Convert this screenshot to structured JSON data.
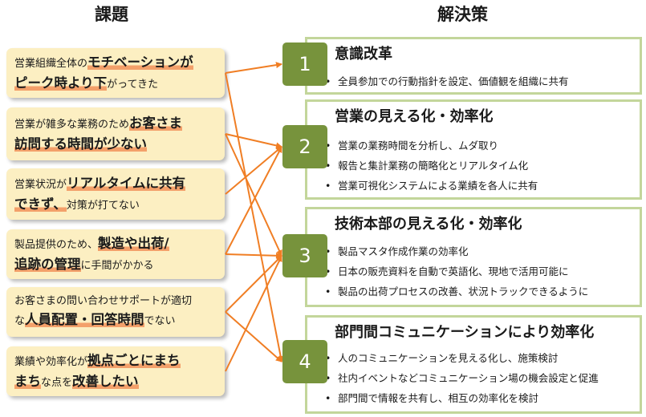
{
  "headers": {
    "problems": "課題",
    "solutions": "解決策"
  },
  "problems": [
    {
      "line1": [
        {
          "t": "営業組織全体の",
          "e": false
        },
        {
          "t": "モチベーションが",
          "e": true
        }
      ],
      "line2": [
        {
          "t": "ピーク時より下",
          "e": true
        },
        {
          "t": "がってきた",
          "e": false
        }
      ]
    },
    {
      "line1": [
        {
          "t": "営業が雑多な業務のため",
          "e": false
        },
        {
          "t": "お客さま",
          "e": true
        }
      ],
      "line2": [
        {
          "t": "訪問する時間が少ない",
          "e": true
        }
      ]
    },
    {
      "line1": [
        {
          "t": "営業状況が",
          "e": false
        },
        {
          "t": "リアルタイムに共有",
          "e": true
        }
      ],
      "line2": [
        {
          "t": "できず、",
          "e": true
        },
        {
          "t": "対策が打てない",
          "e": false
        }
      ]
    },
    {
      "line1": [
        {
          "t": "製品提供のため、",
          "e": false
        },
        {
          "t": "製造や出荷/",
          "e": true
        }
      ],
      "line2": [
        {
          "t": "追跡の管理",
          "e": true
        },
        {
          "t": "に手間がかかる",
          "e": false
        }
      ]
    },
    {
      "line1": [
        {
          "t": "お客さまの問い合わせサポートが適切",
          "e": false
        }
      ],
      "line2": [
        {
          "t": "な",
          "e": false
        },
        {
          "t": "人員配置・回答時間",
          "e": true
        },
        {
          "t": "でない",
          "e": false
        }
      ]
    },
    {
      "line1": [
        {
          "t": "業績や効率化が",
          "e": false
        },
        {
          "t": "拠点ごとにまち",
          "e": true
        }
      ],
      "line2": [
        {
          "t": "まち",
          "e": true
        },
        {
          "t": "な点を",
          "e": false
        },
        {
          "t": "改善したい",
          "e": true
        }
      ]
    }
  ],
  "solutions": [
    {
      "number": "1",
      "title": "意識改革",
      "bullets": [
        "全員参加での行動指針を設定、価値観を組織に共有"
      ]
    },
    {
      "number": "2",
      "title": "営業の見える化・効率化",
      "bullets": [
        "営業の業務時間を分析し、ムダ取り",
        "報告と集計業務の簡略化とリアルタイム化",
        "営業可視化システムによる業績を各人に共有"
      ]
    },
    {
      "number": "3",
      "title": "技術本部の見える化・効率化",
      "bullets": [
        "製品マスタ作成作業の効率化",
        "日本の販売資料を自動で英語化、現地で活用可能に",
        "製品の出荷プロセスの改善、状況トラックできるように"
      ]
    },
    {
      "number": "4",
      "title": "部門間コミュニケーションにより効率化",
      "bullets": [
        "人のコミュニケーションを見える化し、施策検討",
        "社内イベントなどコミュニケーション場の機会設定と促進",
        "部門間で情報を共有し、相互の効率化を検討"
      ]
    }
  ],
  "colors": {
    "arrow": "#f07e24",
    "number_box": "#77933c",
    "solution_border": "#c3d69b",
    "problem_fill": "#fcefc2",
    "highlight": "#f3a06a"
  },
  "links": [
    [
      0,
      0
    ],
    [
      0,
      3
    ],
    [
      1,
      1
    ],
    [
      1,
      2
    ],
    [
      2,
      1
    ],
    [
      3,
      1
    ],
    [
      3,
      2
    ],
    [
      4,
      2
    ],
    [
      4,
      3
    ],
    [
      5,
      2
    ]
  ]
}
